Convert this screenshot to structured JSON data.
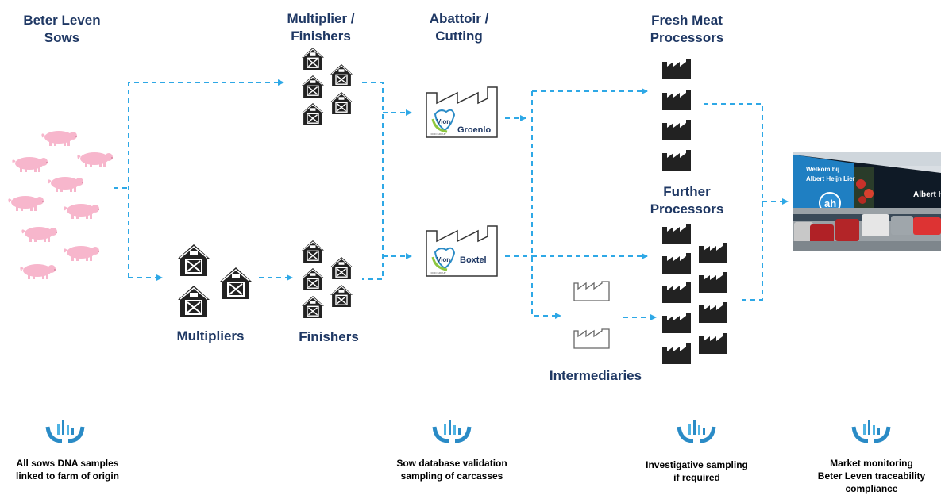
{
  "stages": {
    "sows": "Beter Leven\nSows",
    "multiplier_finishers": "Multiplier /\nFinishers",
    "abattoir": "Abattoir /\nCutting",
    "fresh_meat": "Fresh Meat\nProcessors",
    "further": "Further\nProcessors"
  },
  "labels": {
    "multipliers": "Multipliers",
    "finishers": "Finishers",
    "intermediaries": "Intermediaries"
  },
  "factories": {
    "groenlo": "Groenlo",
    "boxtel": "Boxtel",
    "brand": "Vion",
    "brand_sub": "FOOD GROUP"
  },
  "store": {
    "welcome_line1": "Welkom bij",
    "welcome_line2": "Albert Heijn Lier",
    "sign": "Albert Heijn"
  },
  "captions": {
    "c1": "All sows DNA samples\nlinked to farm of origin",
    "c2": "Sow database validation\nsampling of carcasses",
    "c3": "Investigative sampling\nif required",
    "c4": "Market monitoring\nBeter Leven traceability\ncompliance"
  },
  "colors": {
    "title": "#1f3864",
    "arrow": "#2ea8e6",
    "pig": "#f7b6cc",
    "icon": "#222222",
    "dna": "#2a8bc6"
  }
}
